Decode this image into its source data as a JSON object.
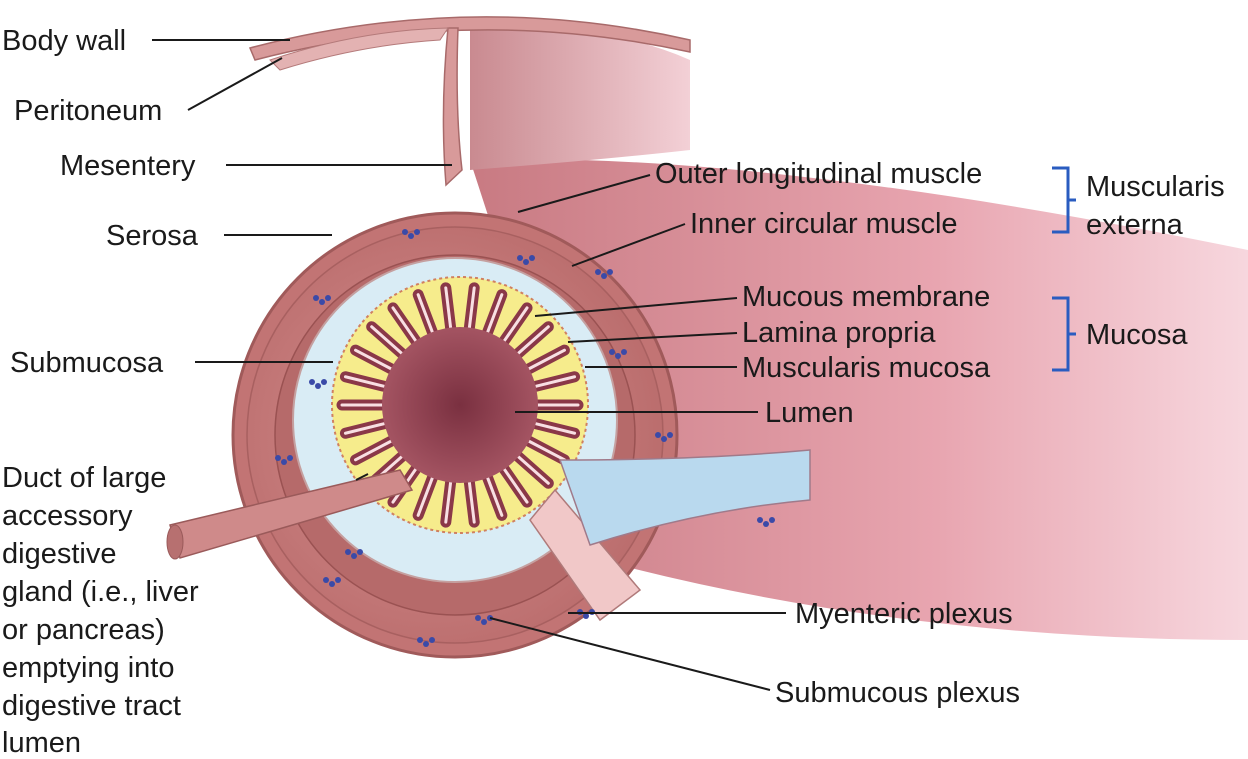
{
  "labels": {
    "body_wall": "Body wall",
    "peritoneum": "Peritoneum",
    "mesentery": "Mesentery",
    "serosa": "Serosa",
    "submucosa": "Submucosa",
    "duct": [
      "Duct of large",
      "accessory",
      "digestive",
      "gland (i.e., liver",
      "or pancreas)",
      "emptying into",
      "digestive tract",
      "lumen"
    ],
    "outer_longitudinal": "Outer longitudinal muscle",
    "inner_circular": "Inner circular muscle",
    "mucous_membrane": "Mucous membrane",
    "lamina_propria": "Lamina propria",
    "muscularis_mucosa": "Muscularis mucosa",
    "lumen": "Lumen",
    "myenteric_plexus": "Myenteric plexus",
    "submucous_plexus": "Submucous plexus"
  },
  "groups": {
    "muscularis_externa": [
      "Muscularis",
      "externa"
    ],
    "mucosa": "Mucosa"
  },
  "colors": {
    "tissue": "#c87878",
    "muscle_dark": "#a05858",
    "submucosa_fill": "#d9ecf5",
    "lamina": "#f6ec8c",
    "mucosa_dark": "#8a3848",
    "plexus": "#3a4aa8",
    "bracket": "#2a5cc0"
  }
}
